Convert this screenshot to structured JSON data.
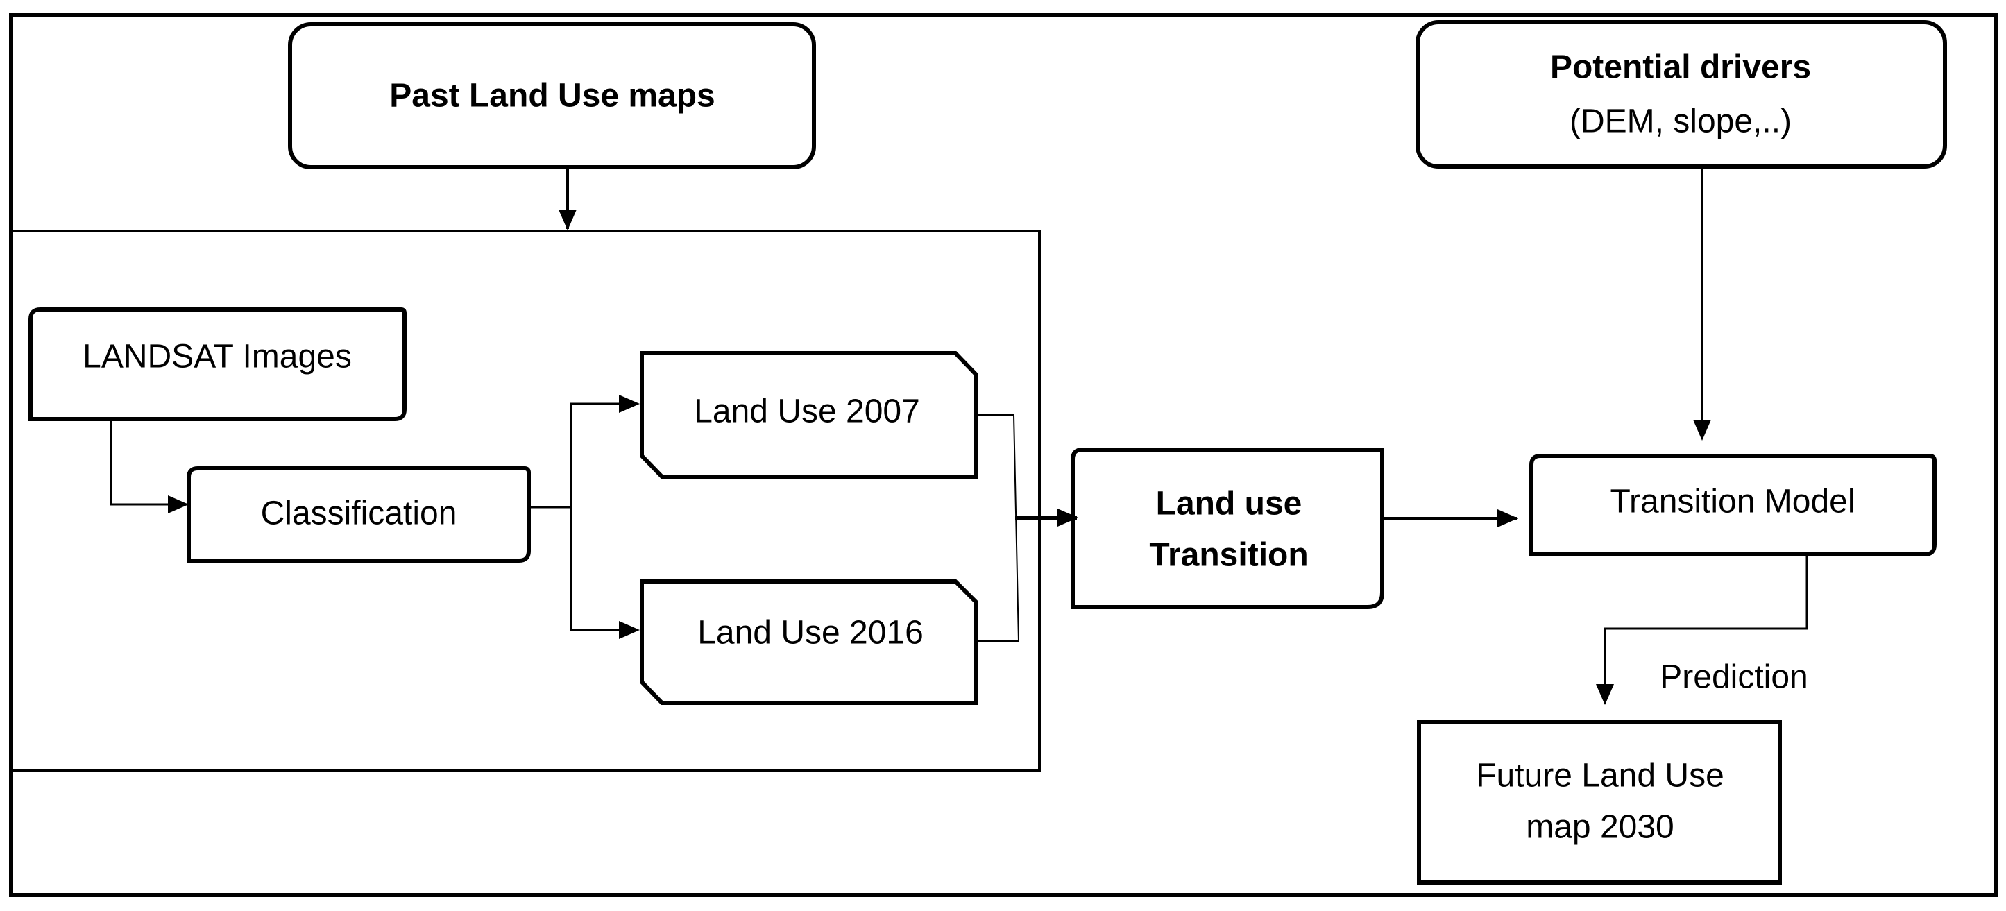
{
  "nodes": {
    "past_maps": {
      "label": "Past Land Use maps"
    },
    "drivers": {
      "title": "Potential drivers",
      "subtitle": "(DEM, slope,..)"
    },
    "landsat": {
      "label": "LANDSAT Images"
    },
    "classification": {
      "label": "Classification"
    },
    "lu2007": {
      "label": "Land Use 2007"
    },
    "lu2016": {
      "label": "Land Use 2016"
    },
    "transition": {
      "line1": "Land use",
      "line2": "Transition"
    },
    "model": {
      "label": "Transition Model"
    },
    "future": {
      "line1": "Future Land Use",
      "line2": "map 2030"
    }
  },
  "edges": {
    "prediction_label": "Prediction"
  }
}
